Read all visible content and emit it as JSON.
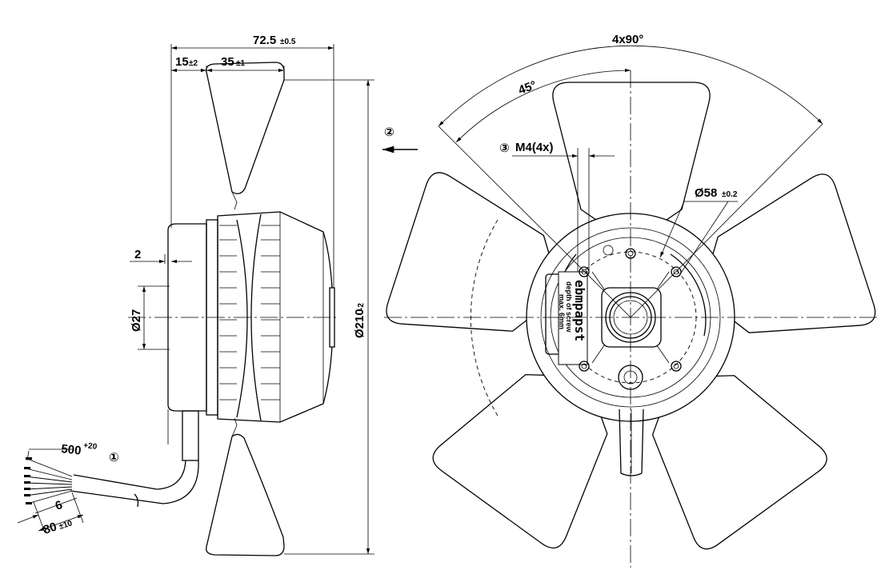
{
  "side_view": {
    "overall_depth": {
      "value": "72.5",
      "tolerance": "±0.5"
    },
    "offset": {
      "value": "15",
      "tolerance": "±2"
    },
    "blade_depth": {
      "value": "35",
      "tolerance": "±1"
    },
    "thickness": {
      "value": "2"
    },
    "hub_diameter": {
      "value": "Ø27"
    },
    "fan_diameter": {
      "value": "Ø210",
      "tolerance": "-2"
    },
    "cable_length": {
      "value": "500",
      "tolerance": "+20"
    },
    "strip_length": {
      "value": "6"
    },
    "sleeve_length": {
      "value": "80",
      "tolerance": "±10"
    },
    "callout_cable": "①",
    "callout_airflow": "②"
  },
  "front_view": {
    "bolt_pattern": "4x90°",
    "bolt_angle": "45°",
    "thread": {
      "callout": "③",
      "label": "M4(4x)"
    },
    "bolt_circle": {
      "value": "Ø58",
      "tolerance": "±0.2"
    },
    "label_brand": "ebmpapst",
    "label_line_1": "depth of screw",
    "label_line_2": "max. 6mm"
  }
}
